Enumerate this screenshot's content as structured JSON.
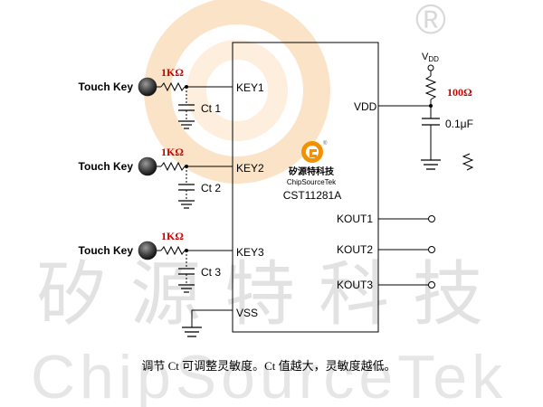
{
  "watermark": {
    "registered_mark": "®",
    "chinese_text": "矽源特科技",
    "english_text": "ChipSourceTek"
  },
  "chip": {
    "part_number": "CST11281A",
    "logo_chinese": "矽源特科技",
    "logo_english": "ChipSourceTek",
    "pins_left": [
      "KEY1",
      "KEY2",
      "KEY3",
      "VSS"
    ],
    "pins_right": [
      "VDD",
      "KOUT1",
      "KOUT2",
      "KOUT3"
    ]
  },
  "touch_keys": [
    {
      "label": "Touch Key",
      "resistor": "1KΩ",
      "capacitor": "Ct 1"
    },
    {
      "label": "Touch Key",
      "resistor": "1KΩ",
      "capacitor": "Ct 2"
    },
    {
      "label": "Touch Key",
      "resistor": "1KΩ",
      "capacitor": "Ct 3"
    }
  ],
  "power": {
    "vdd_label_main": "V",
    "vdd_label_sub": "DD",
    "resistor": "100Ω",
    "capacitor": "0.1μF"
  },
  "caption": "调节 Ct 可调整灵敏度。Ct 值越大，灵敏度越低。",
  "colors": {
    "wire": "#000000",
    "resistor_label": "#cc0000",
    "watermark_gray": "#d9d9d9",
    "watermark_orange": "#f6c8a0",
    "logo_orange": "#f39200"
  }
}
